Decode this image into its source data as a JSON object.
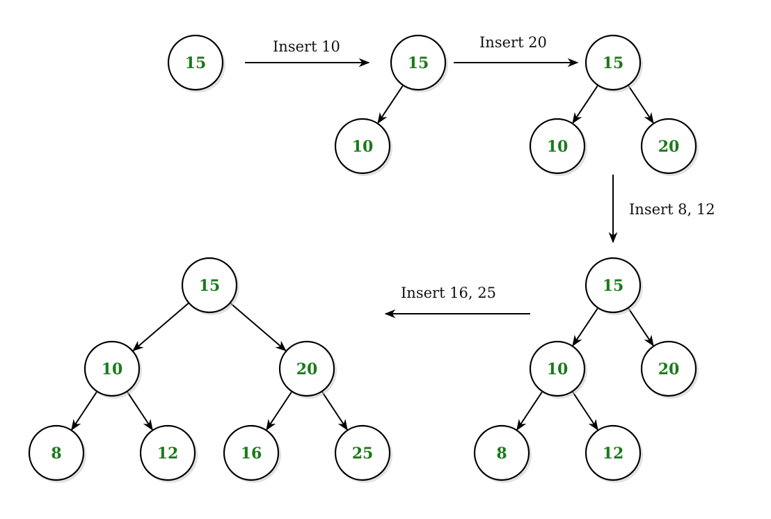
{
  "colors": {
    "node_text": "#1a7a1a",
    "stroke": "#000000",
    "background": "#ffffff"
  },
  "steps": [
    {
      "label": "Insert 10"
    },
    {
      "label": "Insert 20"
    },
    {
      "label": "Insert 8, 12"
    },
    {
      "label": "Insert 16, 25"
    }
  ],
  "trees": [
    {
      "nodes": [
        {
          "id": "a1",
          "value": "15"
        }
      ],
      "edges": []
    },
    {
      "nodes": [
        {
          "id": "b1",
          "value": "15"
        },
        {
          "id": "b2",
          "value": "10"
        }
      ],
      "edges": [
        {
          "from": "b1",
          "to": "b2"
        }
      ]
    },
    {
      "nodes": [
        {
          "id": "c1",
          "value": "15"
        },
        {
          "id": "c2",
          "value": "10"
        },
        {
          "id": "c3",
          "value": "20"
        }
      ],
      "edges": [
        {
          "from": "c1",
          "to": "c2"
        },
        {
          "from": "c1",
          "to": "c3"
        }
      ]
    },
    {
      "nodes": [
        {
          "id": "d1",
          "value": "15"
        },
        {
          "id": "d2",
          "value": "10"
        },
        {
          "id": "d3",
          "value": "20"
        },
        {
          "id": "d4",
          "value": "8"
        },
        {
          "id": "d5",
          "value": "12"
        }
      ],
      "edges": [
        {
          "from": "d1",
          "to": "d2"
        },
        {
          "from": "d1",
          "to": "d3"
        },
        {
          "from": "d2",
          "to": "d4"
        },
        {
          "from": "d2",
          "to": "d5"
        }
      ]
    },
    {
      "nodes": [
        {
          "id": "e1",
          "value": "15"
        },
        {
          "id": "e2",
          "value": "10"
        },
        {
          "id": "e3",
          "value": "20"
        },
        {
          "id": "e4",
          "value": "8"
        },
        {
          "id": "e5",
          "value": "12"
        },
        {
          "id": "e6",
          "value": "16"
        },
        {
          "id": "e7",
          "value": "25"
        }
      ],
      "edges": [
        {
          "from": "e1",
          "to": "e2"
        },
        {
          "from": "e1",
          "to": "e3"
        },
        {
          "from": "e2",
          "to": "e4"
        },
        {
          "from": "e2",
          "to": "e5"
        },
        {
          "from": "e3",
          "to": "e6"
        },
        {
          "from": "e3",
          "to": "e7"
        }
      ]
    }
  ]
}
